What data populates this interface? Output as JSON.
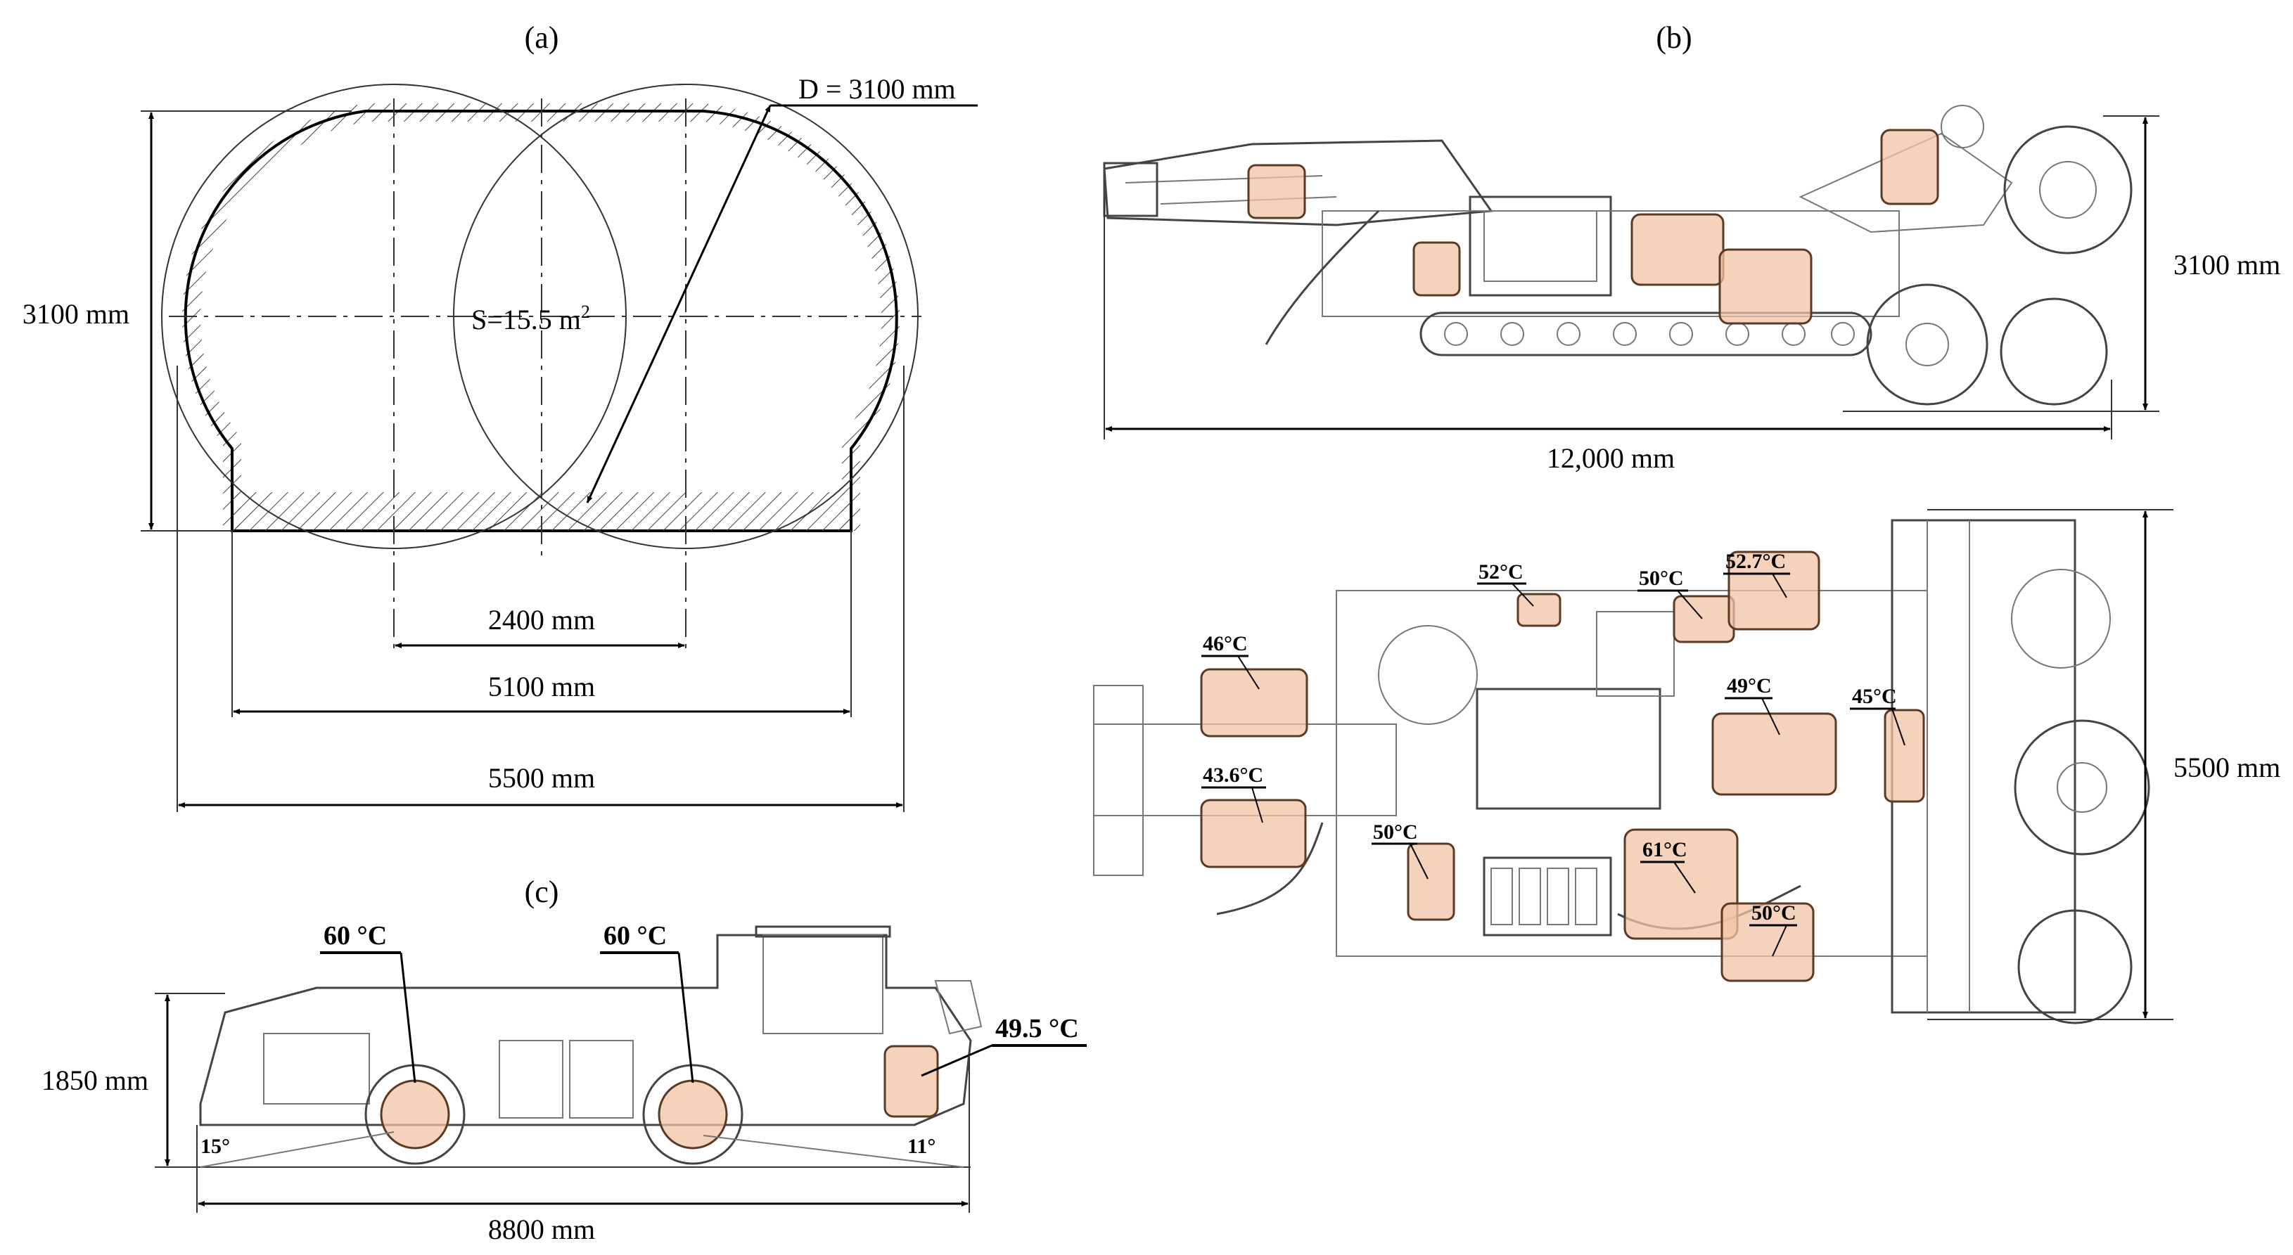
{
  "panels": {
    "a": {
      "label": "(a)",
      "diameter_label": "D = 3100 mm",
      "area_label": "S=15.5 m",
      "area_exponent": "2",
      "height_label": "3100 mm",
      "dim_inner": "2400 mm",
      "dim_base": "5100 mm",
      "dim_total": "5500 mm"
    },
    "b": {
      "label": "(b)",
      "side_height": "3100 mm",
      "side_length": "12,000 mm",
      "top_width": "5500 mm",
      "temps": [
        "52°C",
        "50°C",
        "52.7°C",
        "46°C",
        "49°C",
        "45°C",
        "43.6°C",
        "50°C",
        "61°C",
        "50°C"
      ]
    },
    "c": {
      "label": "(c)",
      "temps": [
        "60 °C",
        "60 °C",
        "49.5 °C"
      ],
      "height_label": "1850 mm",
      "length_label": "8800 mm",
      "angle_front": "15°",
      "angle_rear": "11°"
    }
  },
  "colors": {
    "hotspot_fill": "#f2c3a6",
    "hotspot_stroke": "#5a3a24",
    "line": "#000000"
  }
}
